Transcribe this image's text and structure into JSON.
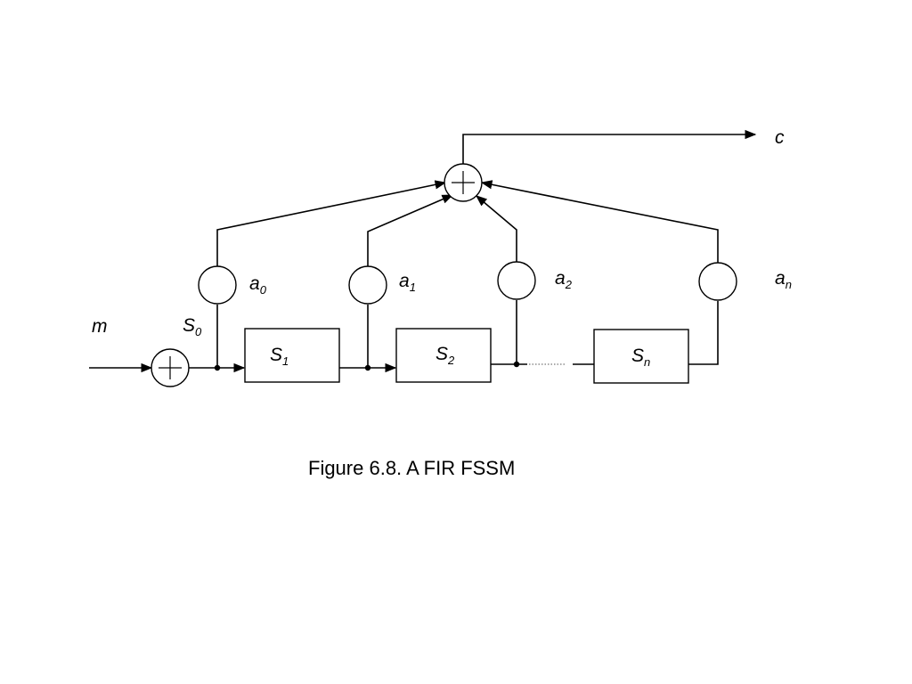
{
  "diagram": {
    "caption": "Figure 6.8. A FIR FSSM",
    "input_label": "m",
    "output_label": "c",
    "s0": {
      "base": "S",
      "sub": "0"
    },
    "registers": [
      {
        "base": "S",
        "sub": "1"
      },
      {
        "base": "S",
        "sub": "2"
      },
      {
        "base": "S",
        "sub": "n"
      }
    ],
    "coefficients": [
      {
        "base": "a",
        "sub": "0"
      },
      {
        "base": "a",
        "sub": "1"
      },
      {
        "base": "a",
        "sub": "2"
      },
      {
        "base": "a",
        "sub": "n"
      }
    ]
  }
}
